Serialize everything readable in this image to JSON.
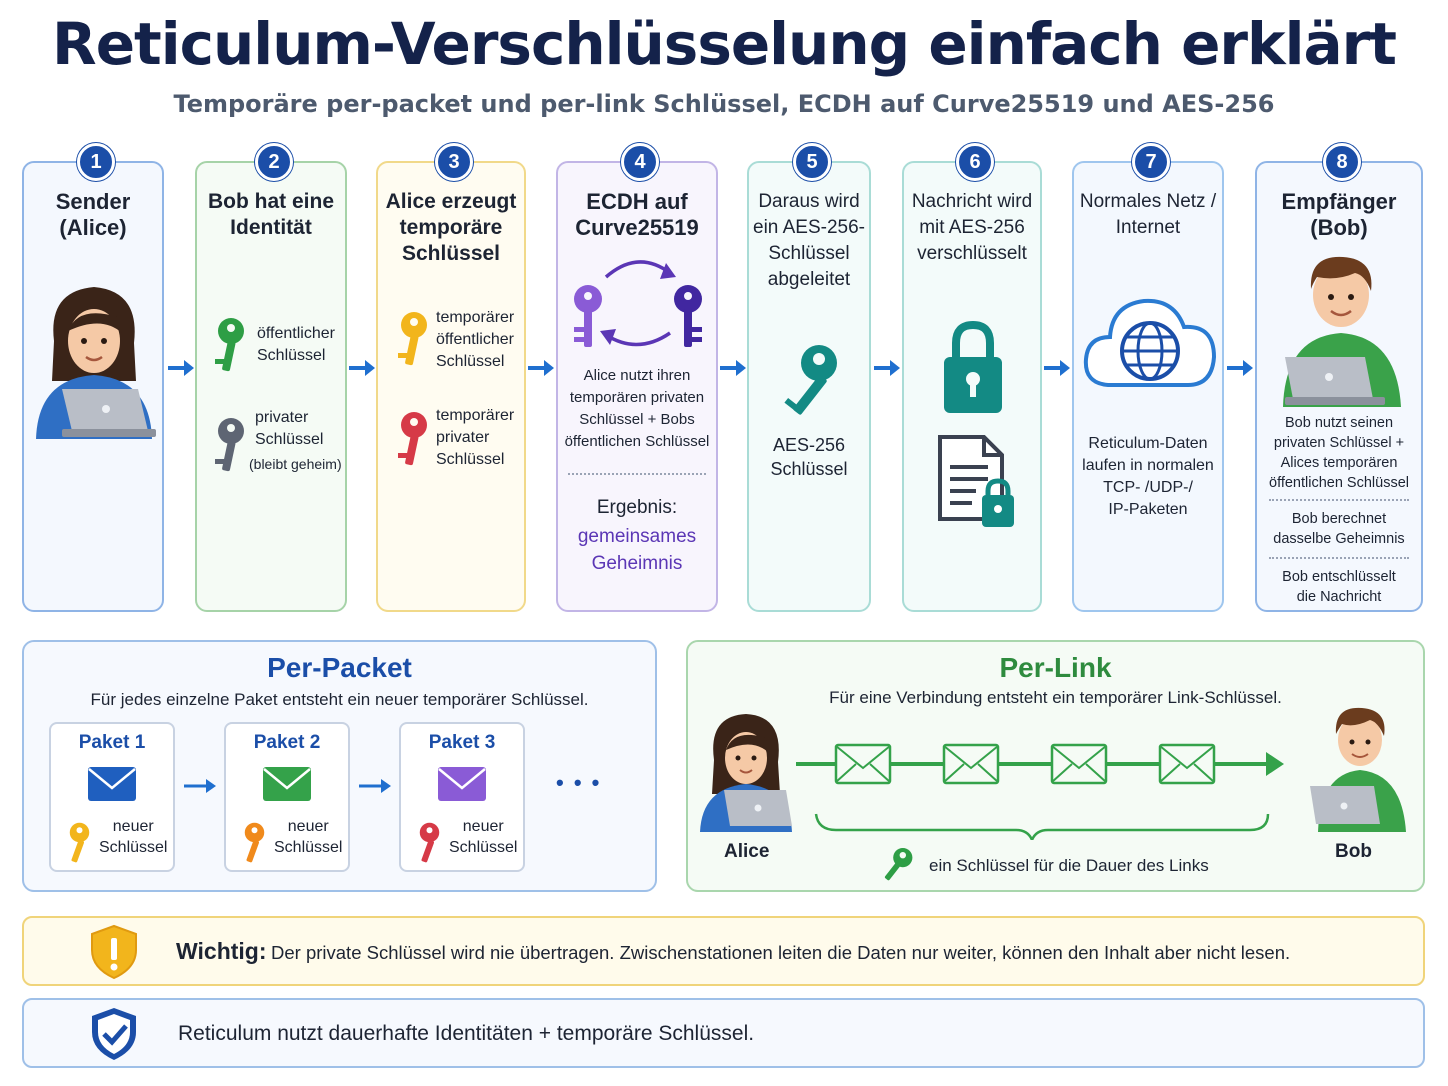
{
  "title": "Reticulum-Verschlüsselung einfach erklärt",
  "subtitle": "Temporäre per-packet und per-link Schlüssel, ECDH auf Curve25519 und AES-256",
  "steps": [
    {
      "num": "1",
      "heading": "Sender\n(Alice)"
    },
    {
      "num": "2",
      "heading": "Bob hat eine\nIdentität",
      "key1": "öffentlicher\nSchlüssel",
      "key2": "privater\nSchlüssel",
      "key2_note": "(bleibt geheim)"
    },
    {
      "num": "3",
      "heading": "Alice erzeugt\ntemporäre\nSchlüssel",
      "key1": "temporärer\nöffentlicher\nSchlüssel",
      "key2": "temporärer\nprivater\nSchlüssel"
    },
    {
      "num": "4",
      "heading": "ECDH auf\nCurve25519",
      "body": "Alice nutzt ihren\ntemporären privaten\nSchlüssel + Bobs\nöffentlichen Schlüssel",
      "result_label": "Ergebnis:",
      "result": "gemeinsames\nGeheimnis"
    },
    {
      "num": "5",
      "heading": "Daraus wird\nein AES-256-\nSchlüssel\nabgeleitet",
      "body": "AES-256\nSchlüssel"
    },
    {
      "num": "6",
      "heading": "Nachricht wird\nmit AES-256\nverschlüsselt"
    },
    {
      "num": "7",
      "heading": "Normales Netz /\nInternet",
      "body": "Reticulum-Daten\nlaufen in normalen\nTCP- /UDP-/\nIP-Paketen"
    },
    {
      "num": "8",
      "heading": "Empfänger\n(Bob)",
      "body1": "Bob nutzt seinen\nprivaten Schlüssel +\nAlices temporären\nöffentlichen Schlüssel",
      "body2": "Bob berechnet\ndasselbe Geheimnis",
      "body3": "Bob entschlüsselt\ndie Nachricht"
    }
  ],
  "per_packet": {
    "title": "Per-Packet",
    "desc": "Für jedes einzelne Paket entsteht ein neuer temporärer Schlüssel.",
    "packets": [
      {
        "label": "Paket 1",
        "key": "neuer\nSchlüssel"
      },
      {
        "label": "Paket 2",
        "key": "neuer\nSchlüssel"
      },
      {
        "label": "Paket 3",
        "key": "neuer\nSchlüssel"
      }
    ],
    "more": "• • •"
  },
  "per_link": {
    "title": "Per-Link",
    "desc": "Für eine Verbindung entsteht ein temporärer Link-Schlüssel.",
    "alice": "Alice",
    "bob": "Bob",
    "key_note": "ein Schlüssel für die Dauer des Links"
  },
  "important": {
    "label": "Wichtig:",
    "text": "Der private Schlüssel wird nie übertragen. Zwischenstationen leiten die Daten nur weiter, können den Inhalt aber nicht lesen."
  },
  "summary": {
    "text": "Reticulum nutzt dauerhafte Identitäten + temporäre Schlüssel."
  },
  "colors": {
    "navy": "#14224a",
    "blue": "#1b4ea8",
    "green": "#2e8b3e",
    "purple": "#5b36b5",
    "teal": "#138a84",
    "yellow": "#f2b51c",
    "red": "#d63a47",
    "gray": "#5e6573"
  }
}
